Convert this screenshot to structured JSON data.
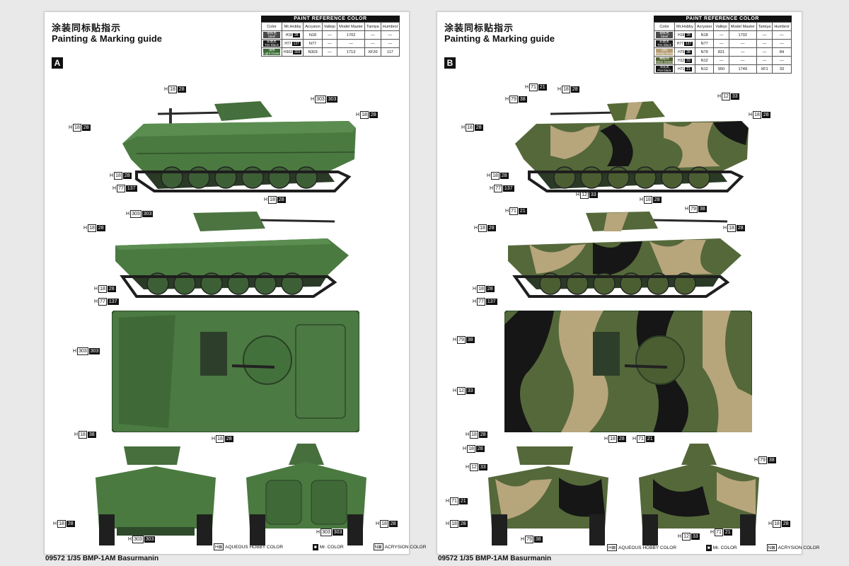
{
  "header_zh": "涂装同标贴指示",
  "header_en": "Painting & Marking guide",
  "table_caption": "PAINT  REFERENCE COLOR",
  "columns": [
    "Color",
    "Mr.Hobby",
    "Acrysion",
    "Vallejo",
    "Model Master",
    "Tamiya",
    "Humbrol"
  ],
  "scheme_a": {
    "label": "A",
    "rows": [
      {
        "color_zh": "钢铁色",
        "color": "Steel",
        "swatch": "#4a4a4a",
        "hcode": "18",
        "hnum": "28",
        "acrysion": "N18",
        "vallejo": "—",
        "model_master": "1702",
        "tamiya": "—",
        "humbrol": "—"
      },
      {
        "color_zh": "轮胎黑",
        "color": "Tire Black",
        "swatch": "#1c1c1c",
        "hcode": "77",
        "hnum": "137",
        "acrysion": "N77",
        "vallejo": "—",
        "model_master": "—",
        "tamiya": "—",
        "humbrol": "—"
      },
      {
        "color_zh": "浅绿",
        "color": "Light Green",
        "swatch": "#3c6b35",
        "hcode": "303",
        "hnum": "303",
        "acrysion": "N303",
        "vallejo": "—",
        "model_master": "1713",
        "tamiya": "XF20",
        "humbrol": "117"
      }
    ]
  },
  "scheme_b": {
    "label": "B",
    "rows": [
      {
        "color_zh": "钢铁色",
        "color": "Steel",
        "swatch": "#4a4a4a",
        "hcode": "18",
        "hnum": "28",
        "acrysion": "N18",
        "vallejo": "—",
        "model_master": "1702",
        "tamiya": "—",
        "humbrol": "—"
      },
      {
        "color_zh": "轮胎黑",
        "color": "Tire Black",
        "swatch": "#1c1c1c",
        "hcode": "77",
        "hnum": "137",
        "acrysion": "N77",
        "vallejo": "—",
        "model_master": "—",
        "tamiya": "—",
        "humbrol": "—"
      },
      {
        "color_zh": "沙棕",
        "color": "Sandy Brown",
        "swatch": "#b59e72",
        "hcode": "79",
        "hnum": "38",
        "acrysion": "N79",
        "vallejo": "821",
        "model_master": "—",
        "tamiya": "—",
        "humbrol": "84"
      },
      {
        "color_zh": "橄榄绿",
        "color": "Olive Green",
        "swatch": "#50612e",
        "hcode": "12",
        "hnum": "33",
        "acrysion": "N12",
        "vallejo": "—",
        "model_master": "—",
        "tamiya": "—",
        "humbrol": "—"
      },
      {
        "color_zh": "消光黑",
        "color": "Flat black",
        "swatch": "#141414",
        "hcode": "71",
        "hnum": "21",
        "acrysion": "N12",
        "vallejo": "950",
        "model_master": "1749",
        "tamiya": "XF1",
        "humbrol": "33"
      }
    ]
  },
  "callouts_a": [
    {
      "code": "18",
      "num": "28"
    },
    {
      "code": "303",
      "num": "303"
    },
    {
      "code": "18",
      "num": "28"
    },
    {
      "code": "18",
      "num": "28"
    },
    {
      "code": "18",
      "num": "28"
    },
    {
      "code": "77",
      "num": "137"
    },
    {
      "code": "303",
      "num": "303"
    },
    {
      "code": "18",
      "num": "28"
    },
    {
      "code": "18",
      "num": "28"
    },
    {
      "code": "18",
      "num": "28"
    },
    {
      "code": "77",
      "num": "137"
    },
    {
      "code": "303",
      "num": "303"
    },
    {
      "code": "18",
      "num": "28"
    },
    {
      "code": "18",
      "num": "38"
    },
    {
      "code": "18",
      "num": "28"
    },
    {
      "code": "303",
      "num": "303"
    },
    {
      "code": "303",
      "num": "303"
    },
    {
      "code": "18",
      "num": "28"
    }
  ],
  "callouts_b": [
    {
      "code": "71",
      "num": "21"
    },
    {
      "code": "18",
      "num": "28"
    },
    {
      "code": "79",
      "num": "38"
    },
    {
      "code": "18",
      "num": "28"
    },
    {
      "code": "12",
      "num": "33"
    },
    {
      "code": "18",
      "num": "28"
    },
    {
      "code": "18",
      "num": "28"
    },
    {
      "code": "77",
      "num": "137"
    },
    {
      "code": "12",
      "num": "33"
    },
    {
      "code": "18",
      "num": "28"
    },
    {
      "code": "71",
      "num": "21"
    },
    {
      "code": "79",
      "num": "38"
    },
    {
      "code": "18",
      "num": "28"
    },
    {
      "code": "18",
      "num": "28"
    },
    {
      "code": "18",
      "num": "28"
    },
    {
      "code": "77",
      "num": "137"
    },
    {
      "code": "79",
      "num": "38"
    },
    {
      "code": "12",
      "num": "33"
    },
    {
      "code": "18",
      "num": "28"
    },
    {
      "code": "18",
      "num": "28"
    },
    {
      "code": "71",
      "num": "21"
    },
    {
      "code": "18",
      "num": "28"
    },
    {
      "code": "12",
      "num": "33"
    },
    {
      "code": "71",
      "num": "21"
    },
    {
      "code": "79",
      "num": "38"
    },
    {
      "code": "18",
      "num": "28"
    },
    {
      "code": "18",
      "num": "28"
    },
    {
      "code": "12",
      "num": "33"
    },
    {
      "code": "71",
      "num": "21"
    },
    {
      "code": "79",
      "num": "38"
    }
  ],
  "legend": {
    "h": "H⊠",
    "aqueous": "AQUEOUS HOBBY COLOR",
    "mr_sym": "■",
    "mr": "Mr. COLOR",
    "n": "N⊠",
    "acrysion": "ACRYSION COLOR"
  },
  "part_label": "09572  1/35  BMP-1AM Basurmanin"
}
